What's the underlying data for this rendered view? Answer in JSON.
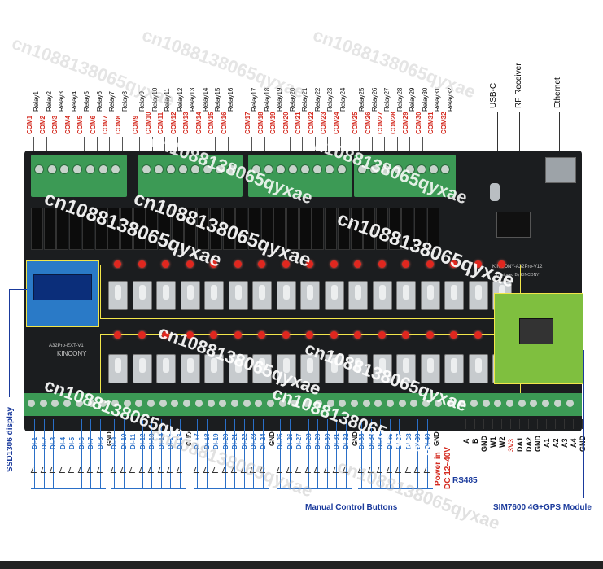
{
  "relays": {
    "group1": [
      "Relay1",
      "Relay2",
      "Relay3",
      "Relay4",
      "Relay5",
      "Relay6",
      "Relay7",
      "Relay8"
    ],
    "group2": [
      "Relay9",
      "Relay10",
      "Relay11",
      "Relay12",
      "Relay13",
      "Relay14",
      "Relay15",
      "Relay16"
    ],
    "group3": [
      "Relay17",
      "Relay18",
      "Relay19",
      "Relay20",
      "Relay21",
      "Relay22",
      "Relay23",
      "Relay24"
    ],
    "group4": [
      "Relay25",
      "Relay26",
      "Relay27",
      "Relay28",
      "Relay29",
      "Relay30",
      "Relay31",
      "Relay32"
    ]
  },
  "com": {
    "group1": [
      "COM1",
      "COM2",
      "COM3",
      "COM4",
      "COM5",
      "COM6",
      "COM7",
      "COM8"
    ],
    "group2": [
      "COM9",
      "COM10",
      "COM11",
      "COM12",
      "COM13",
      "COM14",
      "COM15",
      "COM16"
    ],
    "group3": [
      "COM17",
      "COM18",
      "COM19",
      "COM20",
      "COM21",
      "COM22",
      "COM23",
      "COM24"
    ],
    "group4": [
      "COM25",
      "COM26",
      "COM27",
      "COM28",
      "COM29",
      "COM30",
      "COM31",
      "COM32"
    ]
  },
  "top_ports": [
    "USB-C",
    "RF Receiver",
    "Ethernet"
  ],
  "board": {
    "model": "KINCONY-A32Pro-V12",
    "designed": "Designed By KINCONY",
    "ext_model": "A32Pro-EXT-V1",
    "ext_brand": "KINCONY"
  },
  "di": {
    "group1": [
      "DI-1",
      "DI-2",
      "DI-3",
      "DI-4",
      "DI-5",
      "DI-6",
      "DI-7",
      "DI-8",
      "GND"
    ],
    "group2": [
      "DI-9",
      "DI-10",
      "DI-11",
      "DI-12",
      "DI-13",
      "DI-14",
      "DI-15",
      "DI-16",
      "GND"
    ],
    "group3": [
      "DI-17",
      "DI-18",
      "DI-19",
      "DI-20",
      "DI-21",
      "DI-22",
      "DI-23",
      "DI-24",
      "GND"
    ],
    "group4": [
      "DI-25",
      "DI-26",
      "DI-27",
      "DI-28",
      "DI-29",
      "DI-30",
      "DI-31",
      "DI-32",
      "GND"
    ],
    "group5": [
      "DI-33",
      "DI-34",
      "DI-35",
      "DI-36",
      "DI-37",
      "DI-38",
      "DI-39",
      "DI-40",
      "GND"
    ]
  },
  "power_terminals": [
    "A",
    "B",
    "GND",
    "W1",
    "W2",
    "3V3",
    "DA1",
    "DA2",
    "GND",
    "A1",
    "A2",
    "A3",
    "A4",
    "GND"
  ],
  "labels": {
    "ssd_display": "SSD1306 display",
    "power": "Power in",
    "power_dc": "DC 12~40V",
    "rs485": "RS485",
    "manual_buttons": "Manual Control Buttons",
    "sim_module": "SIM7600 4G+GPS Module"
  },
  "watermark": "cn1088138065qyxae",
  "colors": {
    "board": "#1b1d1f",
    "terminal_green": "#3c9a55",
    "relay_black": "#0c0c0c",
    "com_red": "#d42a1f",
    "callout_blue": "#1a3a9c",
    "highlight_yellow": "#f2e64a",
    "sim_board": "#7fbf3f"
  }
}
